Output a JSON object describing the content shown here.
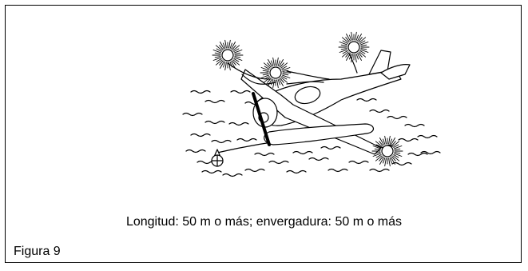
{
  "figure": {
    "caption": "Longitud: 50 m o más; envergadura: 50 m o más",
    "label": "Figura 9"
  },
  "illustration": {
    "subject": "seaplane-on-water-with-lights",
    "line_color": "#000000",
    "background": "#ffffff"
  }
}
